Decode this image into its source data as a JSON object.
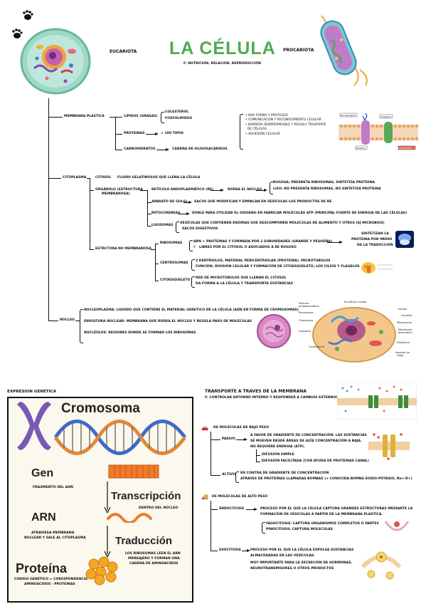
{
  "title": "LA CÉLULA",
  "subtitle": "F: NUTRICIÓN, RELACIÓN, REPRODUCCIÓN",
  "eucariota": "EUCARIOTA",
  "procariota": "PROCARIOTA",
  "membrana": {
    "label": "MEMBRANA PLASTICA",
    "lipidos": "LIPIDOS (GRASAS)",
    "colesterol": "COLESTEROL",
    "fosfolipidos": "FOSFOLIPIDOS",
    "proteinas": "PROTEINAS",
    "proteinas_note": "+ 100 TIPOS",
    "carbohidratos": "CARBOHIDRATOS",
    "carbohidratos_note": "CADENA DE OLIGOSACÁRIDOS",
    "functions": [
      "DAR FORMA Y PROTEGER",
      "COMUNICACIÓN Y RECONOCIMIENTO CELULAR",
      "BARRERA SEMIPERMEABLE Y REGULA TRASPORTE",
      "DE CÉLULAS",
      "ADHESIÓN CELULAR"
    ],
    "fig_labels": [
      "Glucoproteína",
      "Colesterol",
      "Proteína",
      "Fosfolípidos"
    ]
  },
  "citoplasma": {
    "label": "CITOPLASMA",
    "citosol": "CITOSOL",
    "citosol_note": "FLUIDO GELATINOSOS QUE LLENA LA CÉLULA",
    "organulo": "ORGÁNULO (ESTRUCTURA",
    "organulo2": "MEMBRANOSA)",
    "re": "RETÍCULO ENDOPLASMÁTICO (RE)",
    "re_note": "RODEA EL NÚCLEO",
    "rugosa": "RUGOSA: PRESNETA RIBOSOMAS, SINTETIZA PROTEINA",
    "liso": "LISO: NO PRESENTA RIBOSOMAS, NO SINTETIZA PROTEINA",
    "golgi": "APARATO DE GOLGI",
    "golgi_note": "SACOS QUE MODIFICAN Y EMPACAN EN VESÍCULAS LOS PRODUCTOS DE RE",
    "mito": "MITOCONDRIAS",
    "mito_note": "DOBLE PARA UTILIZAR EL OXIGENO EN FABRICAR MOLÉCULAS ATP (PRINCIPAL FUENTE DE ENERGIA DE LAS CÉLULAS)",
    "liso_label": "LISOSOMAS",
    "liso_note1": "VESÍCULAS QUE CONTIENEN ENZIMAS QUE DESCOMPONEN MOLECULAS DE ALIMENTO Y OTROS (EJ MICROBIOS)",
    "liso_note2": "SACOS DIGESTIVOS",
    "no_mem": "ESTRCTURA NO MEMBRANOSA",
    "ribo": "RIBOSOMAS",
    "ribo_note1": "ARN + PROTEINAS   Y FORMADA POR 2 SUBUNIDADES (GRANDE Y PEQUEÑA)",
    "ribo_note2": "LIBRES POR EL CITOSOL O ASOCIADOS A RE RUGOSO",
    "ribo_side1": "SINTETIZAN LA",
    "ribo_side2": "PROTEINA POR MEDIO",
    "ribo_side3": "DE LA TRADUCCIÓN",
    "centro": "CENTROSOMAS",
    "centro_note1": "2 DENTRIOLOS, MATERIAL PERICENTRIOLAR (PROTEINA), MICROTUBULOS",
    "centro_note2": "FUNCIÓN: DIVISIÓN CELULAR Y FORMACIÓN DE CITOESQUELETO, LOS CILIOS Y FLAGELOS",
    "cito": "CITOESQUELETO",
    "cito_note1": "RED DE MICROTUBULOS QUE LLENAN EL CITOSOL",
    "cito_note2": "DA FORMA A LA CÉLULA Y TRANSPORTA SUSTANCIAS"
  },
  "nucleo": {
    "label": "NÚCLEO",
    "n1": "NUCLEOPLASMA: LIQUIDO QUE CONTIENE EL MATERIAL GENETICO DE LA CÉLULA (ADN EN FORMA DE CROMOSOMAS)",
    "n2": "ENVOLTURA NUCLEAR: MEMBRANA QUE RODEA EL NÚCLEO Y REGULA PASO DE MOLÉCULAS",
    "n3": "NUCLÉOLOS: REGIONES DONDE SE FORMAN LOS RIBOSOMAS",
    "fig": [
      "Retículo",
      "endoplasmático",
      "Envoltura nuclear",
      "Núcleo",
      "Peroxisoma",
      "Nucléolo",
      "Citoplasma",
      "Mitocondria",
      "Lisosoma",
      "Membrana",
      "plasmática",
      "Ribosoma",
      "Centrosoma",
      "Aparato de",
      "Golgi"
    ]
  },
  "genetica": {
    "title": "EXPRESION GENÉTICA",
    "cromosoma": "Cromosoma",
    "gen": "Gen",
    "gen_note": "FRAGMENTO DEL ADN",
    "transcripcion": "Transcripción",
    "trans_note": "DENTRO DEL NÚCLEO",
    "arn": "ARN",
    "arn_note1": "ATRAVIESA MEMBRANA",
    "arn_note2": "NUCLEAR Y SALE AL CITOPLASMA",
    "traduccion": "Traducción",
    "trad_note1": "LOS RIBOSOMAS LEEN EL ARN",
    "trad_note2": "MENSAJERO Y FORMAN UNA",
    "trad_note3": "CADENA DE AMINOACIDOS",
    "proteina": "Proteína",
    "prot_note1": "CODIGO GENÉTICO = CORESPONDENCIA",
    "prot_note2": "AMINOACIDOS - PROTEINAS"
  },
  "transporte": {
    "title": "TRANSPORTE A TRAVES DE LA MEMBRANA",
    "subtitle": "F: CONTROLAR ENTORNO INTERNO Y RESPONDER A CAMBIOS EXTERNOS",
    "bajo": "DE MOLÉCULAS DE BAJO PESO",
    "pasivo": "PASIVO",
    "pasivo1": "A FAVOR DE GRADIENTE DE CONCENTRACIÓN: LAS SUSTANCIAS",
    "pasivo2": "SE MUEVEN DESDE ÁREAS DE ALTA CONCENTRACIÓN A BAJA.",
    "pasivo3": "NO REQUIERE ENERGÍA (ATP).",
    "simple": "DIFUSIÓN SIMPLE",
    "facilitada": "DIFUSIÓN FACILITADA (CON AYUDA DE PROTEINAS CANAL)",
    "activo": "ACTIVO",
    "activo1": "EN CONTRA DE GRADIENTE DE CONCENTRACIÓN",
    "activo2": "ATRAVES DE PROTEINAS LLAMADAS BOMBAS (+ CONOCIDA BOMBA SODIO-POTASIO, Na+/K+)",
    "alto": "DE MOLÉCULAS DE ALTO PESO",
    "endo": "ENDOCITOSIS",
    "endo1": "PROCESO POR EL QUE LA CÉLULA CAPTURA GRANDES ESTRUCTURAS MEDIANTE LA",
    "endo2": "FORMACIÓN DE VESICULAS A PARTIR DE LA MEMBRANA PLASTICA.",
    "fago": "FAGOCITOSIS: CAPTURA ORGANISMOS COMPLETOS O PARTES",
    "pino": "PINOCITOSIS: CAPTURA MOLECULAS",
    "exo": "EXOCITOSIS",
    "exo1": "PROCESO POR EL QUE LA CÉLULA EXPULSA SUSTANCIAS",
    "exo2": "ALMACENADAS EN LAS VESÍCULAS.",
    "exo3": "MUY IMPORTANTE PARA LA SECRECIÓN DE HORMONAS,",
    "exo4": "NEUROTRANSMISORES U OTROS PRODUCTOS"
  }
}
